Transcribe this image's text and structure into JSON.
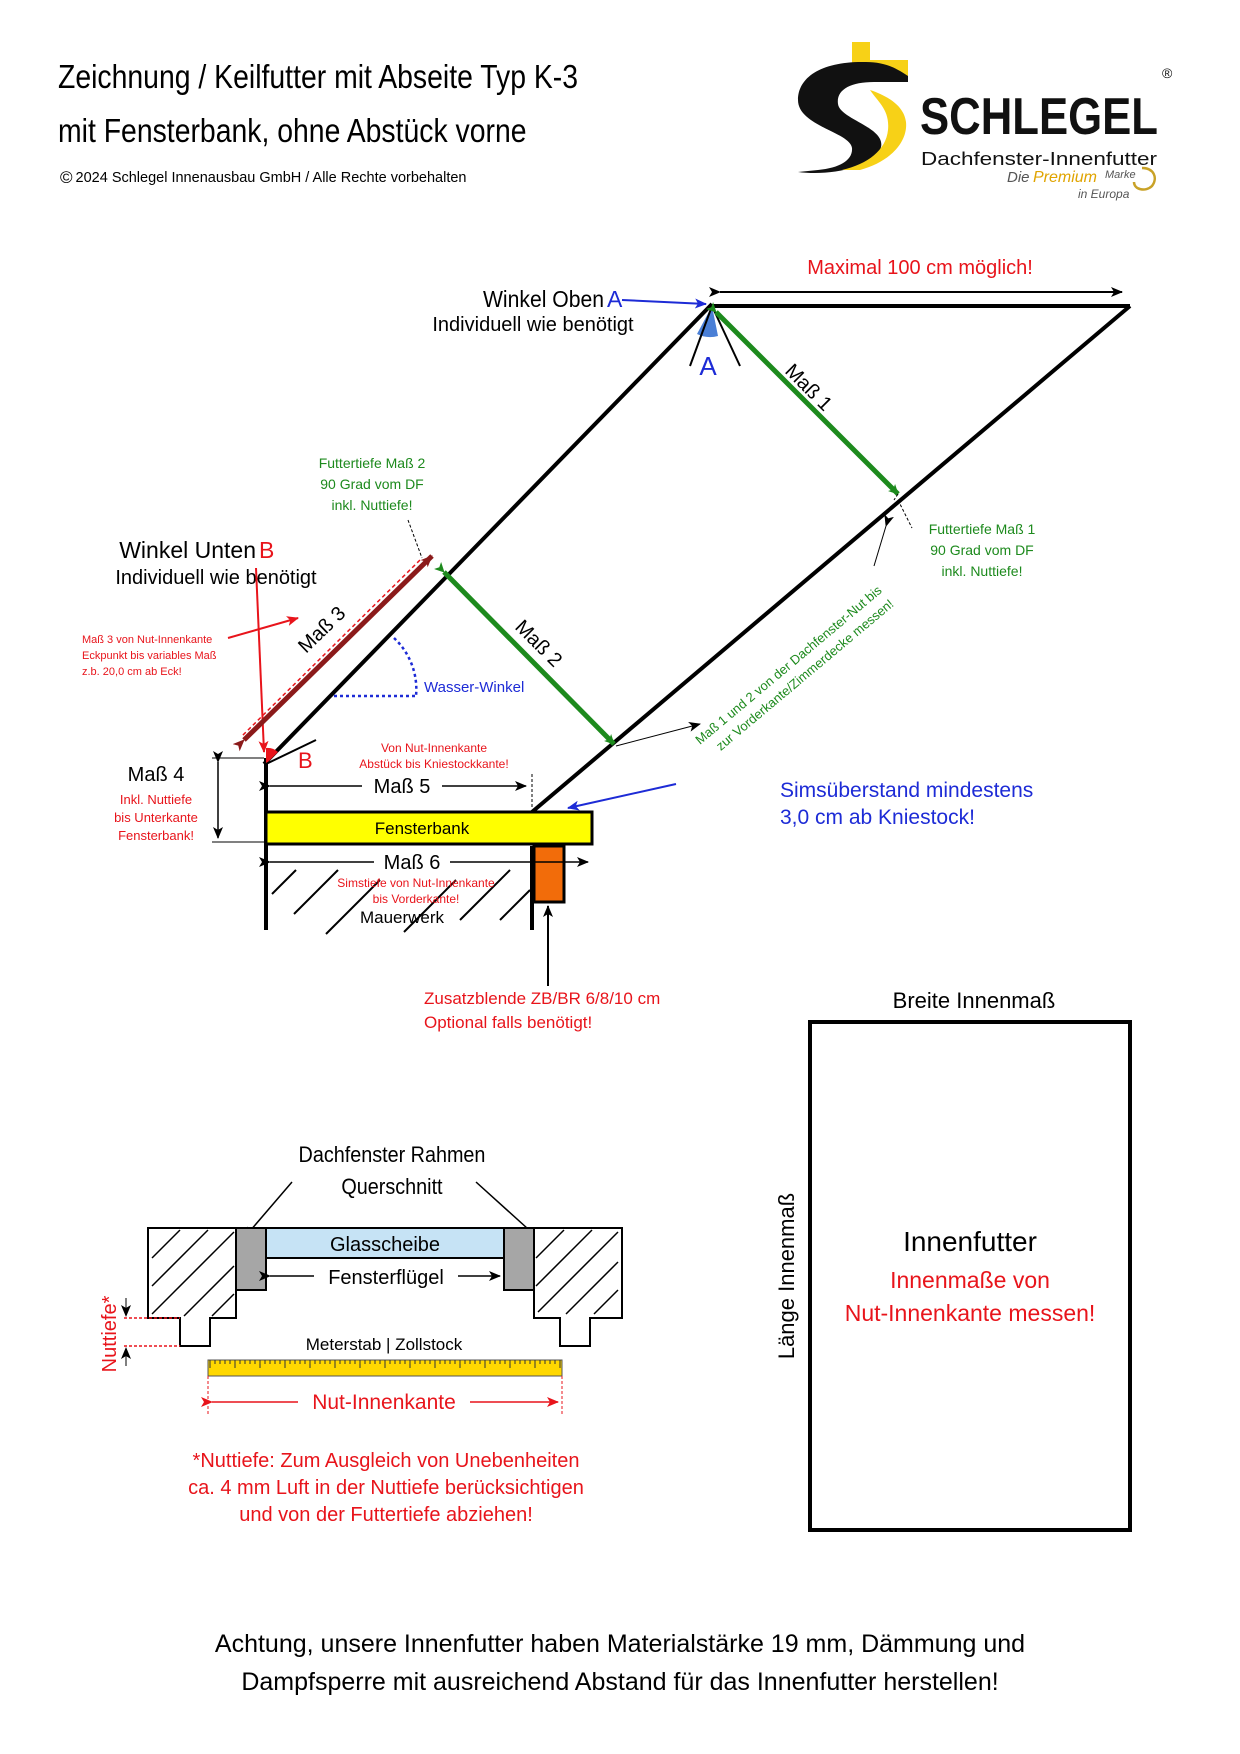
{
  "header": {
    "title_line1": "Zeichnung / Keilfutter mit Abseite Typ K-3",
    "title_line2": "mit Fensterbank, ohne Abstück vorne",
    "copyright": "2024 Schlegel Innenausbau GmbH / Alle Rechte vorbehalten",
    "copyright_symbol": "©"
  },
  "logo": {
    "brand": "SCHLEGEL",
    "registered": "®",
    "tagline": "Dachfenster-Innenfutter",
    "slogan_die": "Die",
    "slogan_premium": "Premium",
    "slogan_marke": "Marke",
    "slogan_line2": "in Europa",
    "colors": {
      "yellow": "#f7d117",
      "black": "#111111",
      "gold": "#c9a227"
    }
  },
  "section_diagram": {
    "winkel_oben_label": "Winkel Oben",
    "winkel_oben_letter": "A",
    "winkel_oben_sub": "Individuell wie benötigt",
    "angle_a_letter": "A",
    "maximal": "Maximal 100 cm möglich!",
    "mass1": "Maß 1",
    "mass2": "Maß 2",
    "mass3": "Maß 3",
    "mass4": "Maß 4",
    "mass5": "Maß 5",
    "mass6": "Maß 6",
    "futtertiefe2": [
      "Futtertiefe Maß 2",
      "90 Grad vom DF",
      "inkl. Nuttiefe!"
    ],
    "futtertiefe1": [
      "Futtertiefe Maß 1",
      "90 Grad vom DF",
      "inkl. Nuttiefe!"
    ],
    "winkel_unten_label": "Winkel Unten",
    "winkel_unten_letter": "B",
    "winkel_unten_sub": "Individuell wie benötigt",
    "angle_b_letter": "B",
    "mass3_note": [
      "Maß 3 von Nut-Innenkante",
      "Eckpunkt bis variables Maß",
      "z.b. 20,0 cm ab Eck!"
    ],
    "wasser_winkel": "Wasser-Winkel",
    "mass12_note": [
      "Maß 1 und 2 von der Dachfenster-Nut bis",
      "zur Vorderkante/Zimmerdecke messen!"
    ],
    "mass4_note": [
      "Inkl. Nuttiefe",
      "bis Unterkante",
      "Fensterbank!"
    ],
    "mass5_note": [
      "Von Nut-Innenkante",
      "Abstück bis Kniestockkante!"
    ],
    "sims_note": [
      "Simsüberstand mindestens",
      "3,0 cm ab Kniestock!"
    ],
    "fensterbank": "Fensterbank",
    "mass6_note": [
      "Simstiefe von Nut-Innenkante",
      "bis Vorderkante!"
    ],
    "mauerwerk": "Mauerwerk",
    "zusatzblende": [
      "Zusatzblende ZB/BR 6/8/10 cm",
      "Optional falls benötigt!"
    ],
    "colors": {
      "green": "#1d8a1d",
      "darkred": "#8b1a1a",
      "red": "#e8141b",
      "blue": "#1d2bd6",
      "yellow": "#ffff00",
      "orange": "#f26c0a",
      "angle_blue": "#4a7fd6"
    }
  },
  "section_frame": {
    "title": [
      "Dachfenster Rahmen",
      "Querschnitt"
    ],
    "glasscheibe": "Glasscheibe",
    "fensterfluegel": "Fensterflügel",
    "nuttiefe": "Nuttiefe*",
    "meterstab": "Meterstab | Zollstock",
    "nut_innenkante": "Nut-Innenkante",
    "note": [
      "*Nuttiefe: Zum Ausgleich von Unebenheiten",
      "ca. 4 mm Luft in der Nuttiefe berücksichtigen",
      "und von der Futtertiefe abziehen!"
    ]
  },
  "section_box": {
    "breite": "Breite Innenmaß",
    "laenge": "Länge Innenmaß",
    "innenfutter": "Innenfutter",
    "note": [
      "Innenmaße von",
      "Nut-Innenkante messen!"
    ]
  },
  "footer": {
    "line1": "Achtung, unsere Innenfutter haben Materialstärke 19 mm, Dämmung und",
    "line2": "Dampfsperre mit ausreichend Abstand für das Innenfutter herstellen!"
  }
}
